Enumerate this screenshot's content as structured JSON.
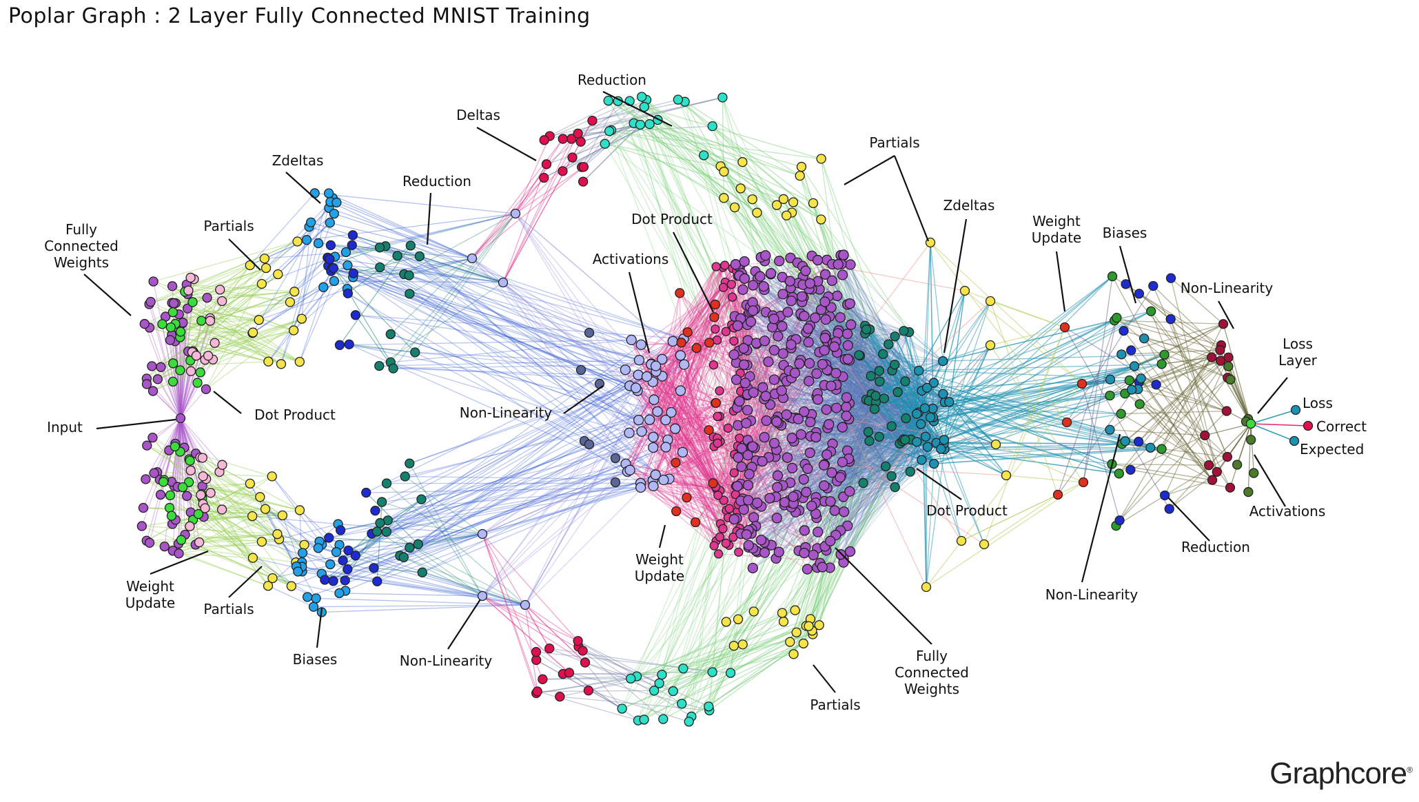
{
  "title": "Poplar Graph : 2 Layer Fully Connected MNIST Training",
  "logo": "Graphcore",
  "colors": {
    "green": "#3ddc3d",
    "purple": "#a855c8",
    "pink": "#f7b8d8",
    "yellow": "#f5e44a",
    "blue": "#1e2bd0",
    "lightblue": "#22a0e8",
    "teal": "#16806e",
    "cyan": "#2ee0c8",
    "crimson": "#e0104f",
    "lavender": "#b2b8f5",
    "slate": "#5a6696",
    "magenta": "#e03890",
    "orange_red": "#e03020",
    "gold": "#f5e44a",
    "forest": "#2e9a2e",
    "dark_red": "#a01238",
    "olive": "#4a7a2a",
    "steel_teal": "#1e90b0",
    "edge_blue": "#3b62d8",
    "edge_green": "#7ed07e"
  },
  "labels": {
    "fc_weights_left": [
      "Fully",
      "Connected",
      "Weights"
    ],
    "partials_top_left": "Partials",
    "zdeltas_left": "Zdeltas",
    "reduction_left": "Reduction",
    "deltas": "Deltas",
    "reduction_top": "Reduction",
    "partials_top_right": "Partials",
    "zdeltas_right": "Zdeltas",
    "weight_update_right": [
      "Weight",
      "Update"
    ],
    "biases_right": "Biases",
    "non_linearity_right_top": "Non-Linearity",
    "loss_layer": [
      "Loss",
      "Layer"
    ],
    "loss": "Loss",
    "correct": "Correct",
    "expected": "Expected",
    "activations_right": "Activations",
    "reduction_right": "Reduction",
    "non_linearity_right_bottom": "Non-Linearity",
    "dot_product_right": "Dot Product",
    "fc_weights_center": [
      "Fully",
      "Connected",
      "Weights"
    ],
    "partials_bottom": "Partials",
    "weight_update_center": [
      "Weight",
      "Update"
    ],
    "non_linearity_bottom": "Non-Linearity",
    "biases_bottom": "Biases",
    "partials_bottom_left": "Partials",
    "weight_update_left": [
      "Weight",
      "Update"
    ],
    "input": "Input",
    "dot_product_left": "Dot Product",
    "non_linearity_center": "Non-Linearity",
    "activations_center": "Activations",
    "dot_product_center": "Dot Product"
  }
}
